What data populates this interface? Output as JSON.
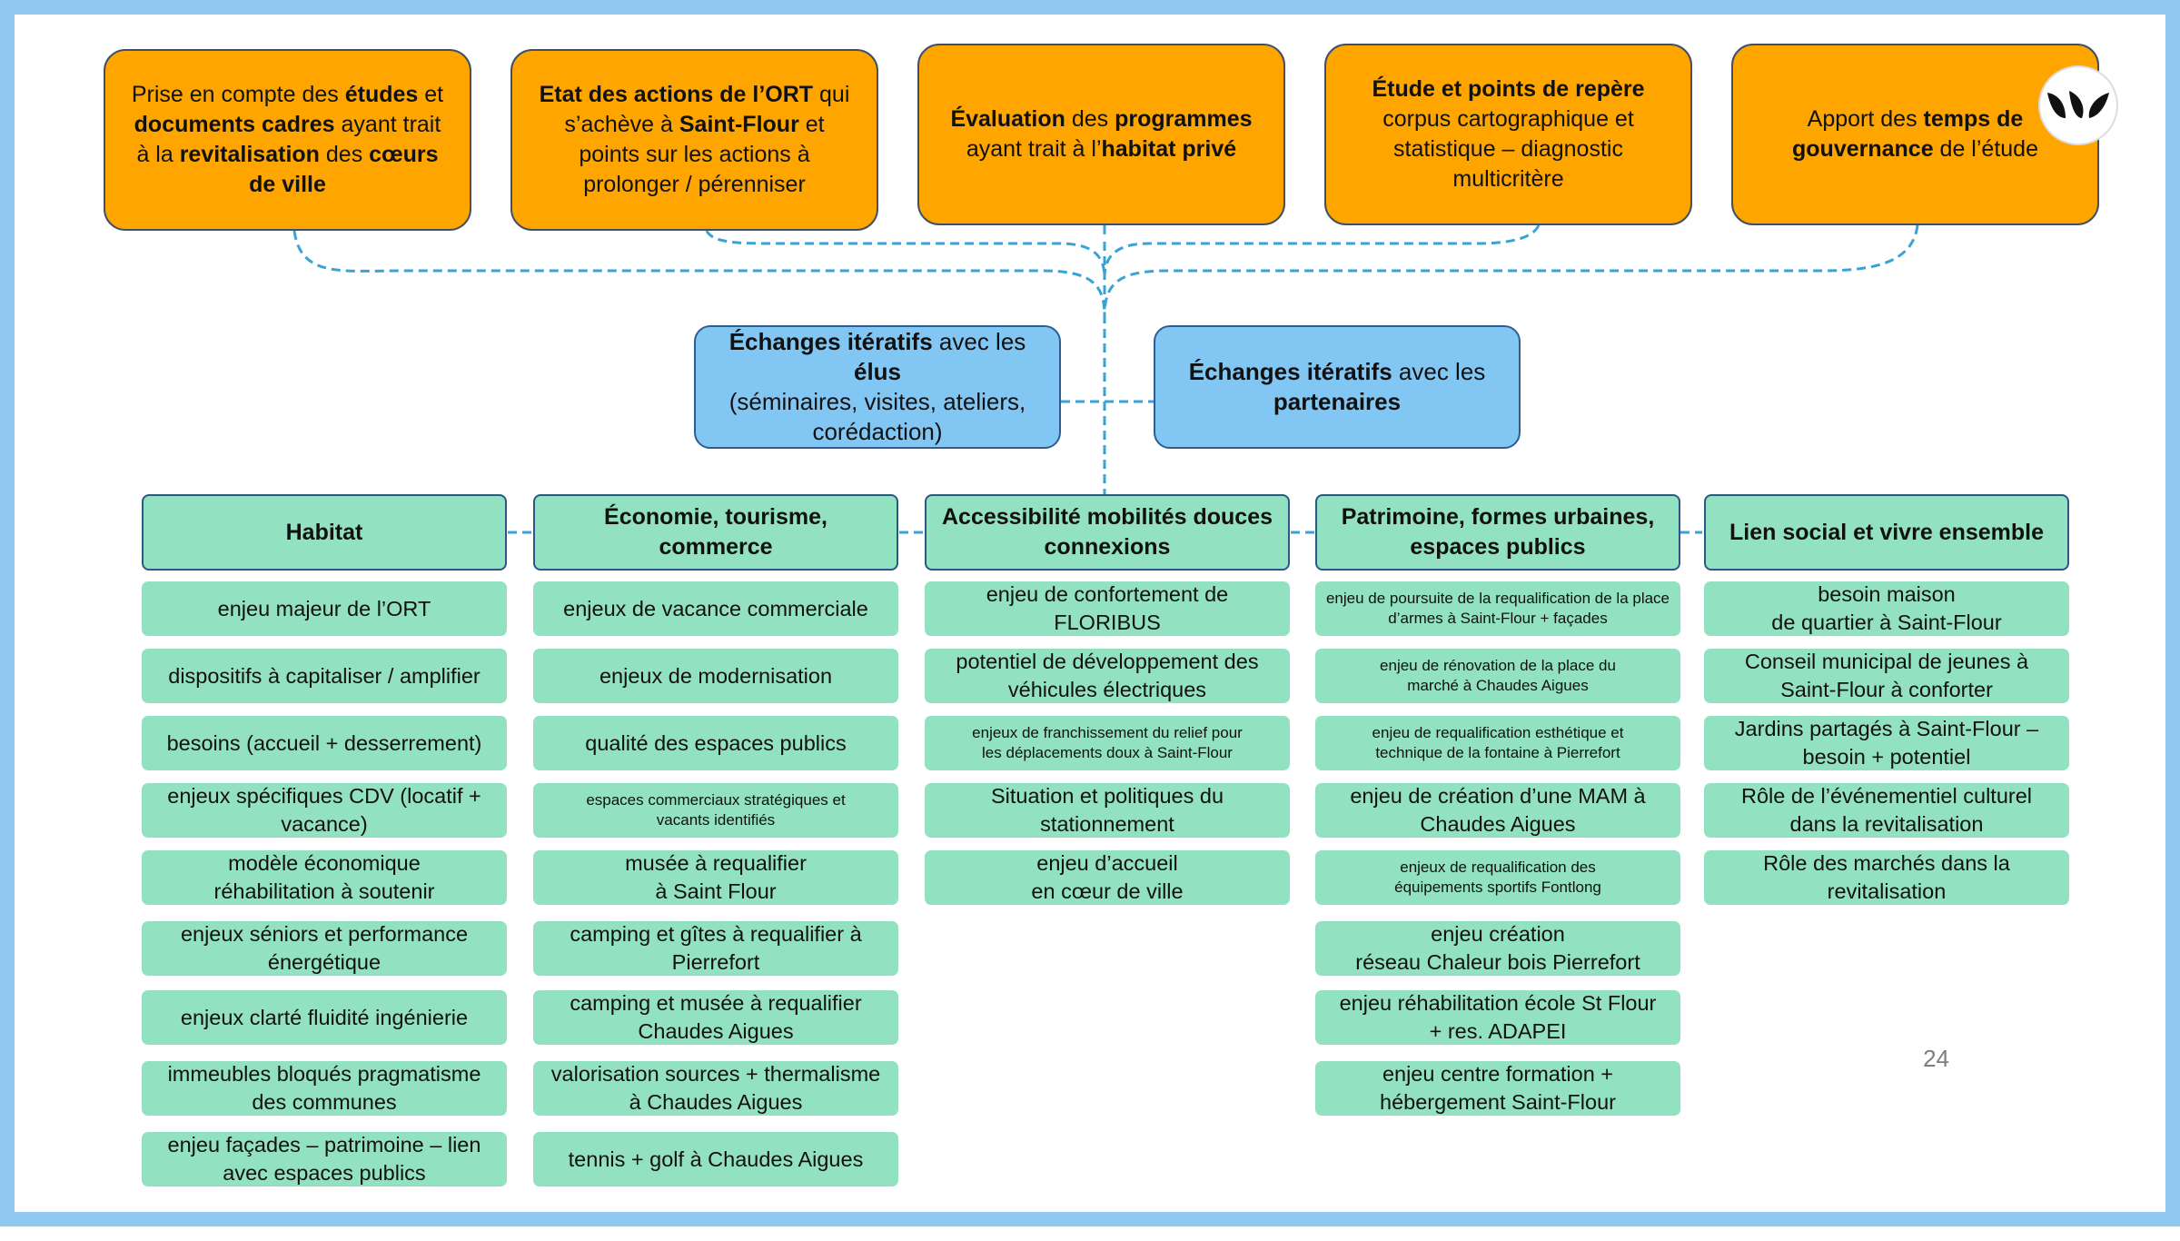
{
  "logo": {
    "icon": "triple-leaf-logo",
    "color": "#111111"
  },
  "top_boxes": [
    [
      {
        "t": "Prise en compte des "
      },
      {
        "t": "études",
        "b": true
      },
      {
        "t": " et "
      },
      {
        "br": true
      },
      {
        "t": "documents cadres",
        "b": true
      },
      {
        "t": " ayant trait"
      },
      {
        "br": true
      },
      {
        "t": "à la "
      },
      {
        "t": "revitalisation",
        "b": true
      },
      {
        "t": " des "
      },
      {
        "t": "cœurs",
        "b": true
      },
      {
        "br": true
      },
      {
        "t": "de ville",
        "b": true
      }
    ],
    [
      {
        "t": "Etat des actions de l’ORT",
        "b": true
      },
      {
        "t": " qui"
      },
      {
        "br": true
      },
      {
        "t": "s’achève à "
      },
      {
        "t": "Saint-Flour",
        "b": true
      },
      {
        "t": " et"
      },
      {
        "br": true
      },
      {
        "t": "points sur les actions à"
      },
      {
        "br": true
      },
      {
        "t": "prolonger / pérenniser"
      }
    ],
    [
      {
        "t": "Évaluation",
        "b": true
      },
      {
        "t": " des "
      },
      {
        "t": "programmes",
        "b": true
      },
      {
        "br": true
      },
      {
        "t": "ayant trait à l’"
      },
      {
        "t": "habitat privé",
        "b": true
      }
    ],
    [
      {
        "t": "Étude et points de repère",
        "b": true
      },
      {
        "br": true
      },
      {
        "t": "corpus cartographique et"
      },
      {
        "br": true
      },
      {
        "t": "statistique – diagnostic"
      },
      {
        "br": true
      },
      {
        "t": "multicritère"
      }
    ],
    [
      {
        "t": "Apport des "
      },
      {
        "t": "temps de",
        "b": true
      },
      {
        "br": true
      },
      {
        "t": "gouvernance",
        "b": true
      },
      {
        "t": " de l’étude"
      }
    ]
  ],
  "middle_boxes": [
    [
      {
        "t": "Échanges itératifs",
        "b": true
      },
      {
        "t": " avec les "
      },
      {
        "t": "élus",
        "b": true
      },
      {
        "br": true
      },
      {
        "t": "(séminaires, visites, ateliers,"
      },
      {
        "br": true
      },
      {
        "t": "corédaction)"
      }
    ],
    [
      {
        "t": "Échanges itératifs",
        "b": true
      },
      {
        "t": " avec les"
      },
      {
        "br": true
      },
      {
        "t": "partenaires",
        "b": true
      }
    ]
  ],
  "columns": [
    {
      "header": "Habitat",
      "items": [
        "enjeu majeur de l’ORT",
        "dispositifs à capitaliser / amplifier",
        "besoins (accueil + desserrement)",
        "enjeux spécifiques CDV (locatif +\nvacance)",
        "modèle économique\nréhabilitation à soutenir",
        "enjeux séniors et performance\nénergétique",
        "enjeux clarté fluidité ingénierie",
        "immeubles bloqués pragmatisme\ndes communes",
        "enjeu façades – patrimoine – lien\navec espaces publics"
      ]
    },
    {
      "header": "Économie, tourisme,\ncommerce",
      "items": [
        "enjeux de vacance commerciale",
        "enjeux de modernisation",
        "qualité des espaces publics",
        "espaces commerciaux stratégiques et\nvacants identifiés",
        "musée à requalifier\nà Saint Flour",
        "camping et gîtes à requalifier à\nPierrefort",
        "camping et musée à requalifier\nChaudes Aigues",
        "valorisation sources + thermalisme\nà Chaudes Aigues",
        "tennis + golf à Chaudes Aigues"
      ]
    },
    {
      "header": "Accessibilité mobilités douces\nconnexions",
      "items": [
        "enjeu de confortement de\nFLORIBUS",
        "potentiel de développement des\nvéhicules électriques",
        "enjeux de franchissement du relief pour\nles déplacements doux à Saint-Flour",
        "Situation et politiques du\nstationnement",
        "enjeu d’accueil\nen cœur de ville"
      ]
    },
    {
      "header": "Patrimoine, formes urbaines,\nespaces publics",
      "items": [
        "enjeu de poursuite de la requalification de la place\nd’armes à Saint-Flour + façades",
        "enjeu de rénovation de la place du\nmarché à Chaudes Aigues",
        "enjeu de requalification esthétique et\ntechnique de la fontaine à Pierrefort",
        "enjeu de création d’une MAM à\nChaudes Aigues",
        "enjeux de requalification des\néquipements sportifs Fontlong",
        "enjeu création\nréseau Chaleur bois Pierrefort",
        "enjeu réhabilitation école St Flour\n+ res. ADAPEI",
        "enjeu centre formation +\nhébergement Saint-Flour"
      ]
    },
    {
      "header": "Lien social et vivre ensemble",
      "items": [
        "besoin maison\nde quartier à Saint-Flour",
        "Conseil municipal de jeunes à\nSaint-Flour à conforter",
        "Jardins partagés à Saint-Flour –\nbesoin + potentiel",
        "Rôle de l’événementiel culturel\ndans la revitalisation",
        "Rôle des marchés dans la\nrevitalisation"
      ]
    }
  ],
  "page_number": "24"
}
